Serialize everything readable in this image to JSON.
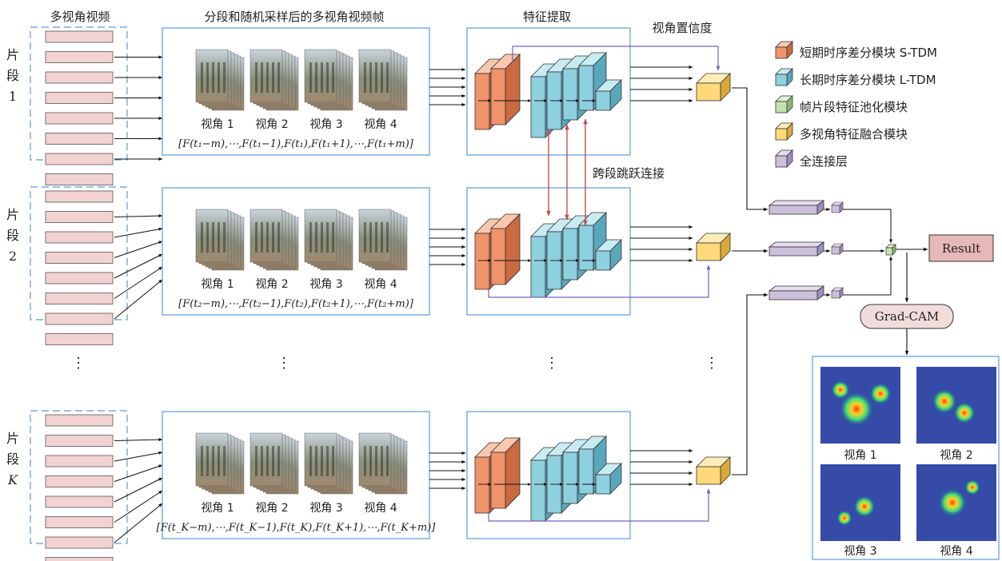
{
  "headers": {
    "multiview_video": "多视角视频",
    "segmented_frames": "分段和随机采样后的多视角视频帧",
    "feature_extraction": "特征提取",
    "view_confidence": "视角置信度",
    "cross_segment_skip": "跨段跳跃连接"
  },
  "segments": [
    {
      "label_chars": [
        "片",
        "段"
      ],
      "index": "1",
      "index_italic": false,
      "formula": "[F(t₁−m),⋯,F(t₁−1),F(t₁),F(t₁+1),⋯,F(t₁+m)]"
    },
    {
      "label_chars": [
        "片",
        "段"
      ],
      "index": "2",
      "index_italic": false,
      "formula": "[F(t₂−m),⋯,F(t₂−1),F(t₂),F(t₂+1),⋯,F(t₂+m)]"
    },
    {
      "label_chars": [
        "片",
        "段"
      ],
      "index": "K",
      "index_italic": true,
      "formula": "[F(t_K−m),⋯,F(t_K−1),F(t_K),F(t_K+1),⋯,F(t_K+m)]"
    }
  ],
  "view_labels": [
    "视角 1",
    "视角 2",
    "视角 3",
    "视角 4"
  ],
  "ellipsis": "⋮",
  "legend": [
    {
      "label": "短期时序差分模块 S-TDM",
      "color": "#f0926a"
    },
    {
      "label": "长期时序差分模块 L-TDM",
      "color": "#8fd0df"
    },
    {
      "label": "帧片段特征池化模块",
      "color": "#c6e0b4"
    },
    {
      "label": "多视角特征融合模块",
      "color": "#ffd87a"
    },
    {
      "label": "全连接层",
      "color": "#ccc0da"
    }
  ],
  "result_label": "Result",
  "gradcam_label": "Grad-CAM",
  "heatmap_labels": [
    "视角 1",
    "视角 2",
    "视角 3",
    "视角 4"
  ],
  "colors": {
    "frame_bar": "#f2d2d2",
    "panel_border": "#5b9bd5",
    "confidence_line": "#7a5fb0",
    "skip_line": "#c0504d",
    "result_box": "#e6b8b7",
    "gradcam_box": "#f2dcdb",
    "heatmap_bg": "#2a3fa0"
  }
}
